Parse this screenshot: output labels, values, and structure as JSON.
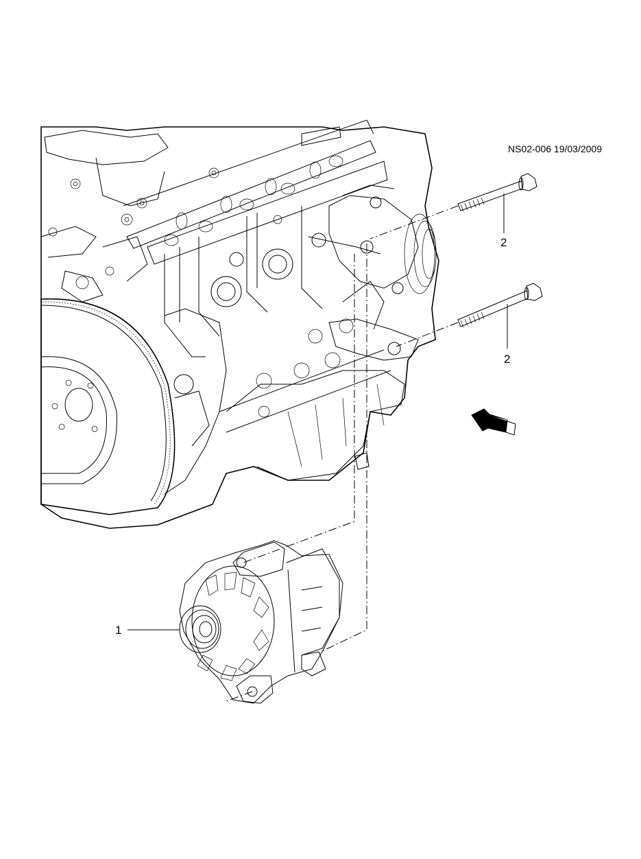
{
  "diagram": {
    "doc_reference": "NS02-006 19/03/2009",
    "callouts": [
      {
        "number": "1",
        "part": "alternator"
      },
      {
        "number": "2",
        "part": "bolt-upper"
      },
      {
        "number": "2",
        "part": "bolt-lower"
      }
    ],
    "direction_indicator": "FRT"
  },
  "icons": [
    "front-direction-arrow-icon"
  ]
}
